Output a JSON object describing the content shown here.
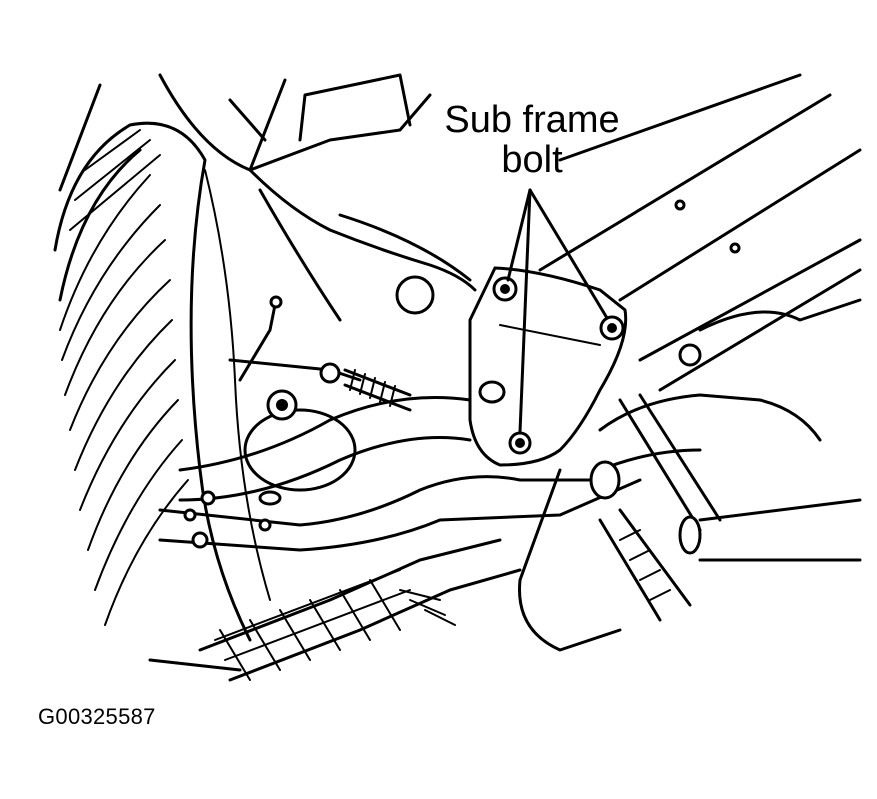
{
  "callout": {
    "line1": "Sub frame",
    "line2": "bolt"
  },
  "figure_id": "G00325587"
}
